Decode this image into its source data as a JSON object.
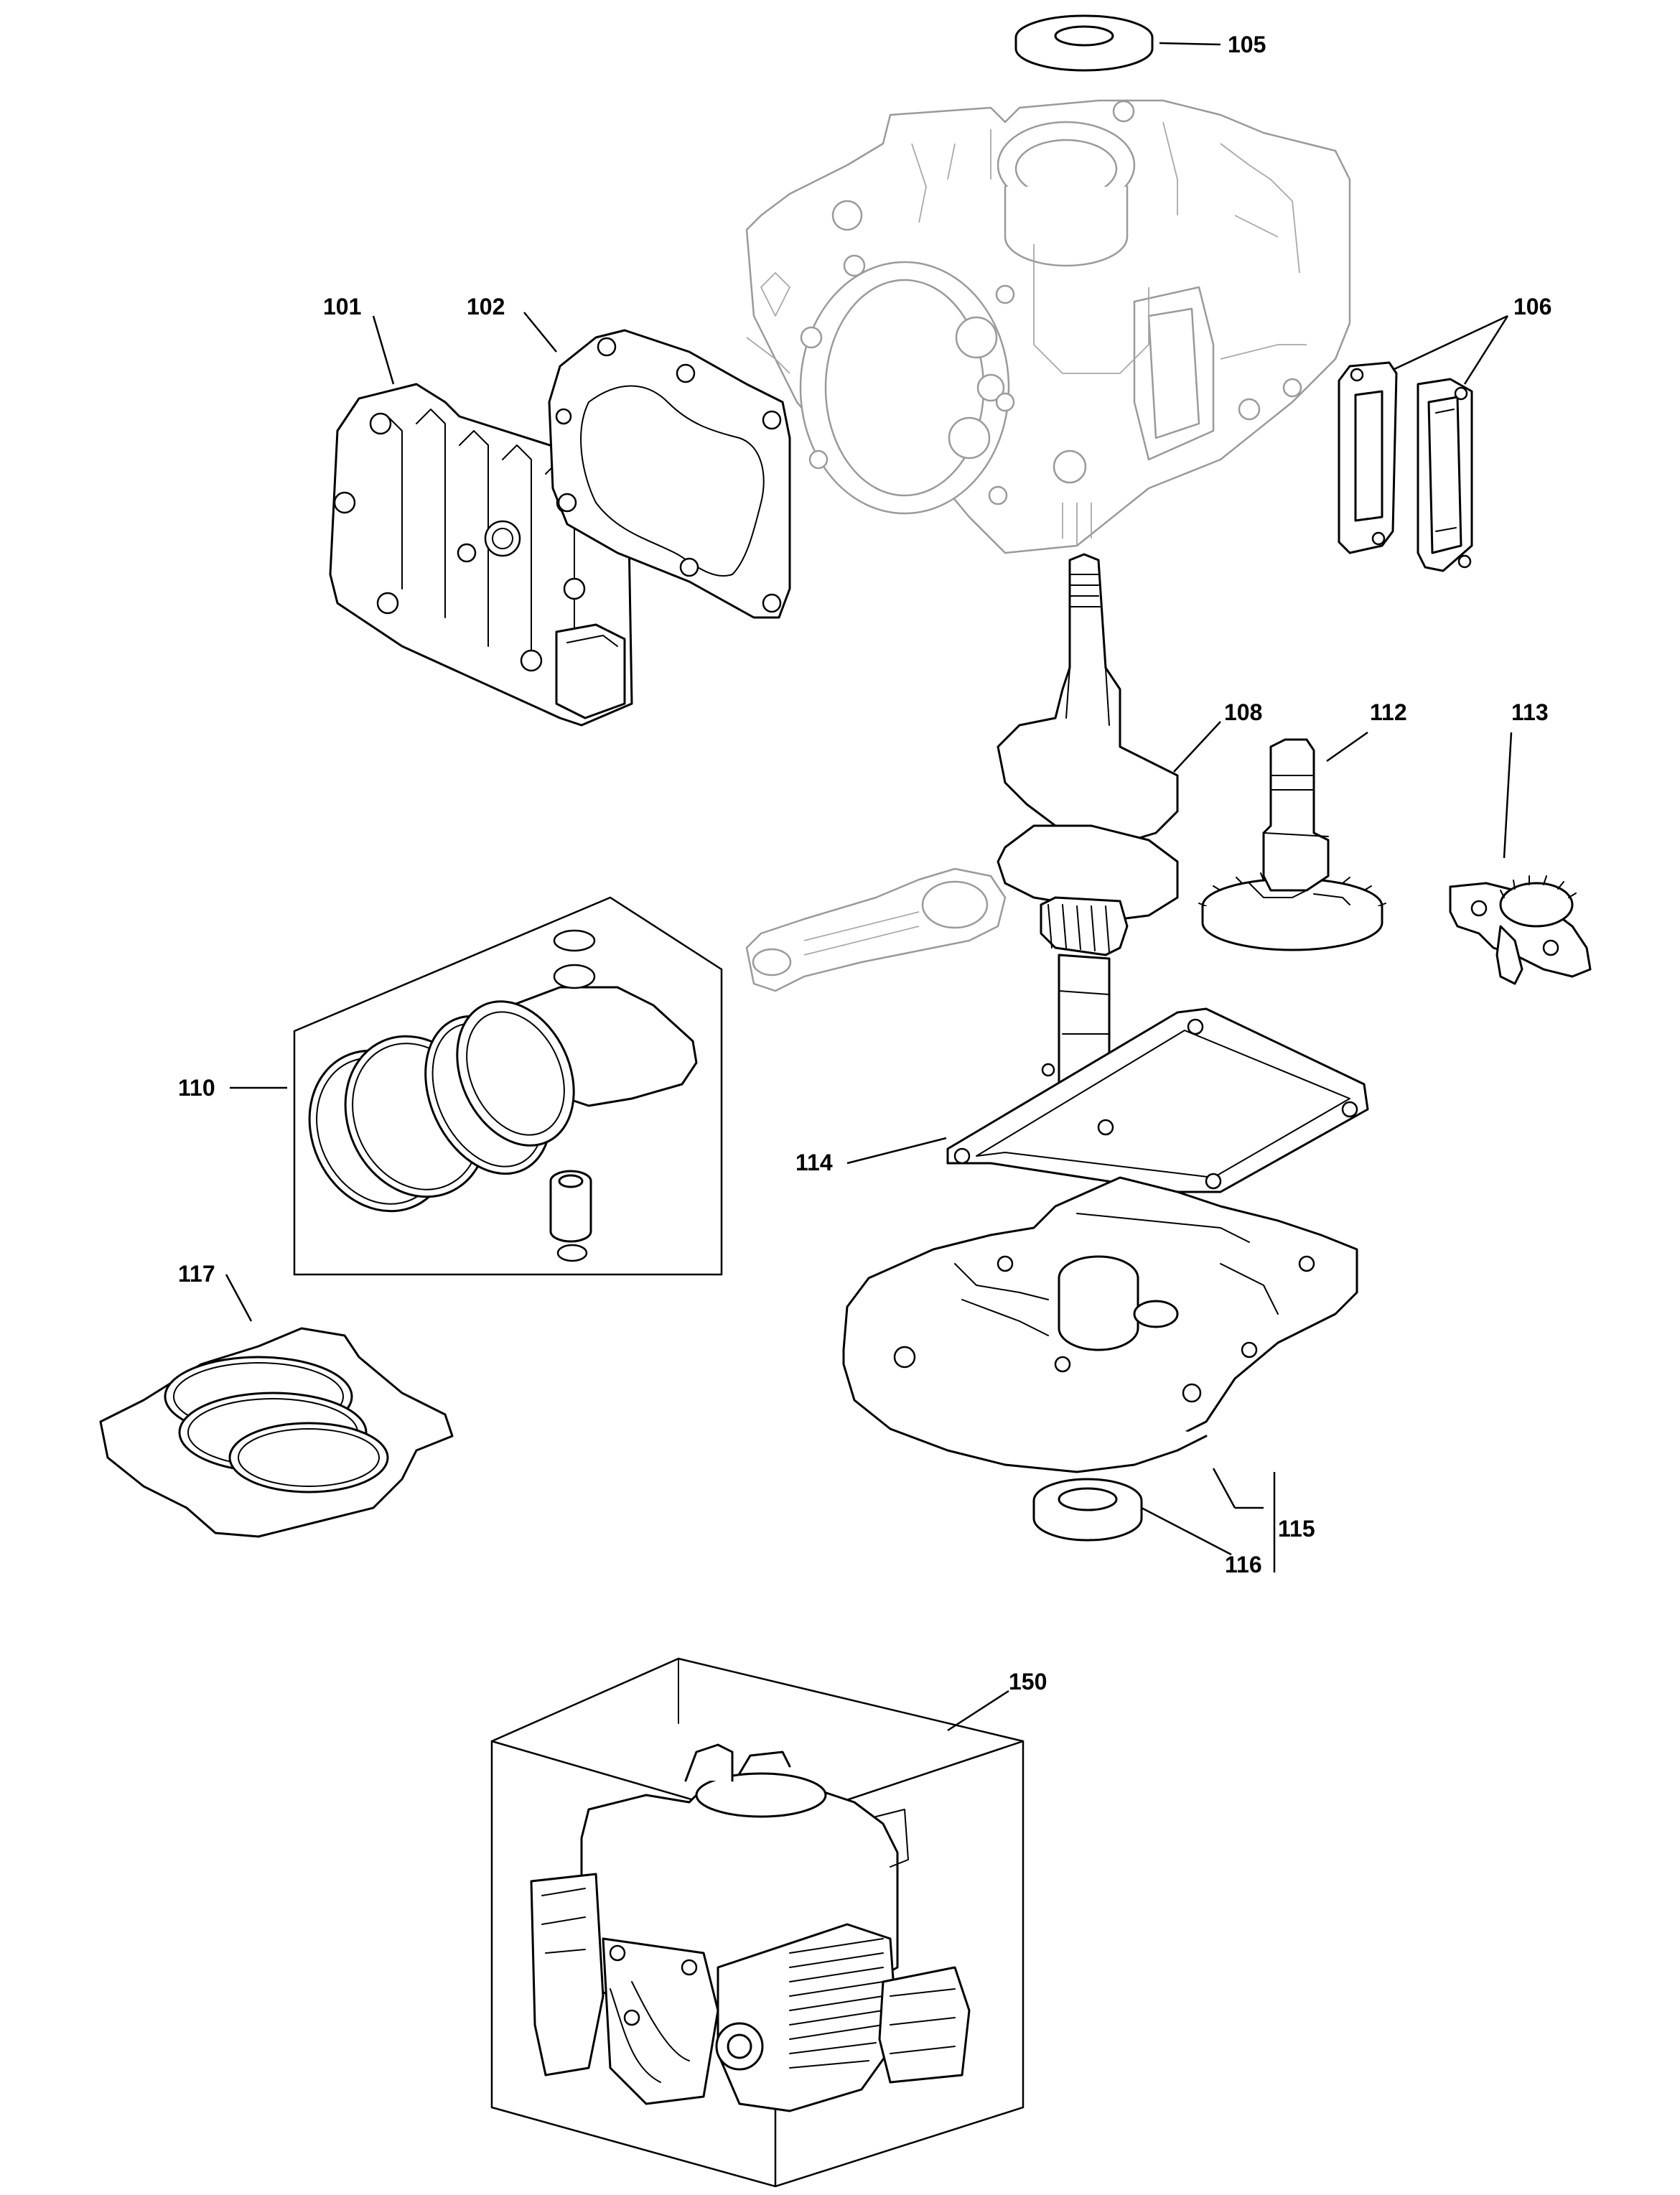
{
  "callouts": {
    "c101": "101",
    "c102": "102",
    "c105": "105",
    "c106": "106",
    "c108": "108",
    "c110": "110",
    "c112": "112",
    "c113": "113",
    "c114": "114",
    "c115": "115",
    "c116": "116",
    "c117": "117",
    "c150": "150"
  },
  "colors": {
    "line": "#000000",
    "ghost_line": "#9a9a9a",
    "background": "#ffffff"
  }
}
